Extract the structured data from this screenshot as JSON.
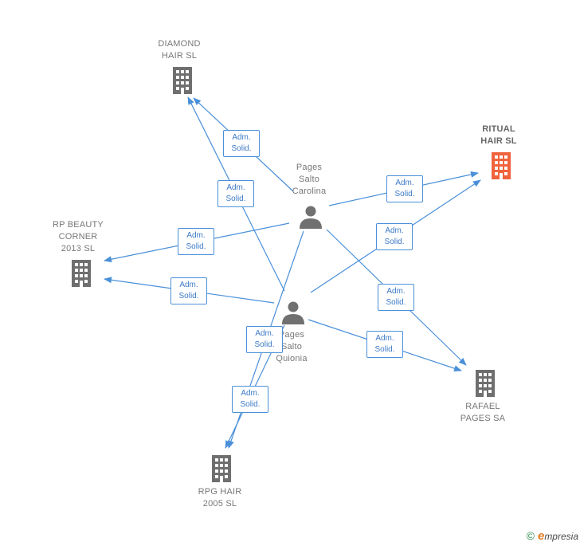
{
  "nodes": {
    "diamond": {
      "line1": "DIAMOND",
      "line2": "HAIR SL"
    },
    "ritual": {
      "line1": "RITUAL",
      "line2": "HAIR SL"
    },
    "rpbeauty": {
      "line1": "RP BEAUTY",
      "line2": "CORNER",
      "line3": "2013 SL"
    },
    "rafael": {
      "line1": "RAFAEL",
      "line2": "PAGES SA"
    },
    "rpg": {
      "line1": "RPG HAIR",
      "line2": "2005 SL"
    },
    "carolina": {
      "line1": "Pages",
      "line2": "Salto",
      "line3": "Carolina"
    },
    "quionia": {
      "line1": "Pages",
      "line2": "Salto",
      "line3": "Quionia"
    }
  },
  "edge_label": {
    "line1": "Adm.",
    "line2": "Solid."
  },
  "colors": {
    "edge": "#4a90d9",
    "building": "#6f6f6f",
    "main_building": "#f0643c",
    "person": "#707070"
  },
  "footer": {
    "copyright": "©",
    "brand_initial": "e",
    "brand_rest": "mpresia"
  }
}
